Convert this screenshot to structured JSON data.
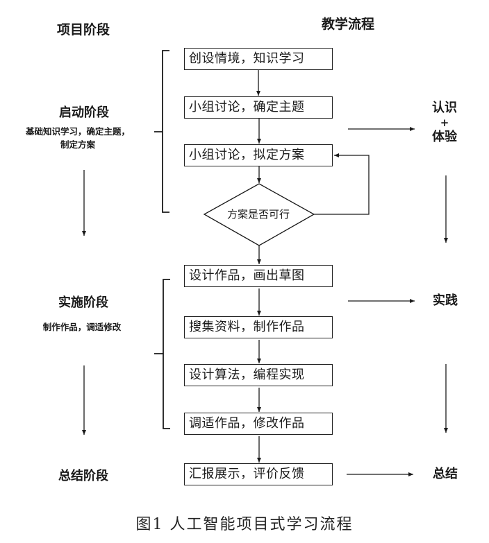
{
  "headers": {
    "left": "项目阶段",
    "right": "教学流程"
  },
  "phases": [
    {
      "title": "启动阶段",
      "desc_lines": [
        "基础知识学习，确定主题，",
        "制定方案"
      ]
    },
    {
      "title": "实施阶段",
      "desc_lines": [
        "制作作品，调适修改"
      ]
    },
    {
      "title": "总结阶段",
      "desc_lines": []
    }
  ],
  "steps": [
    "创设情境，知识学习",
    "小组讨论，确定主题",
    "小组讨论，拟定方案",
    "设计作品，画出草图",
    "搜集资料，制作作品",
    "设计算法，编程实现",
    "调适作品，修改作品",
    "汇报展示，评价反馈"
  ],
  "decision": {
    "label": "方案是否可行",
    "no_branch_target": "小组讨论，拟定方案",
    "yes_branch_target": "设计作品，画出草图"
  },
  "outcomes": [
    {
      "lines": [
        "认识",
        "+",
        "体验"
      ]
    },
    {
      "lines": [
        "实践"
      ]
    },
    {
      "lines": [
        "总结"
      ]
    }
  ],
  "caption": "图1  人工智能项目式学习流程",
  "colors": {
    "line": "#1a1a1a",
    "background": "#ffffff"
  }
}
